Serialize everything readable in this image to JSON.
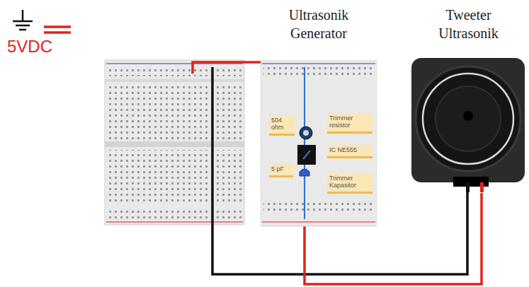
{
  "diagram": {
    "nodes": [
      {
        "text": [
          "Ultrasonik Generator"
        ]
      },
      {
        "text": [
          "504 ohm"
        ],
        "in": 0
      },
      {
        "text": [
          "Trimmer resistor"
        ],
        "in": 0
      },
      {
        "text": [
          "IC NE555"
        ],
        "in": 0
      },
      {
        "text": [
          "5 pF"
        ],
        "in": 0
      },
      {
        "text": [
          "Trimmer Kapasitor"
        ],
        "in": 0
      },
      {
        "text": [
          "Tweeter Ultrasonik"
        ]
      }
    ],
    "edges": [
      {
        "from": 0,
        "to": 6,
        "arrow": "none"
      }
    ],
    "labels": [
      "5VDC"
    ]
  }
}
